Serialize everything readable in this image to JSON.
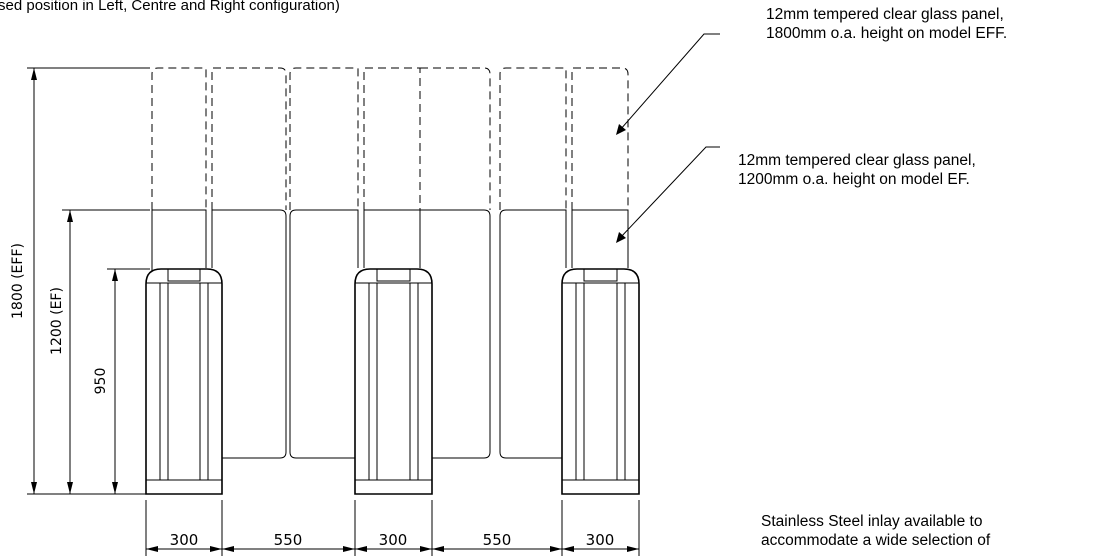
{
  "header_caption": "sed position in Left, Centre and Right configuration)",
  "callouts": [
    {
      "id": "eff",
      "text": "12mm tempered clear glass panel,\n1800mm o.a. height on model EFF."
    },
    {
      "id": "ef",
      "text": "12mm tempered clear glass panel,\n1200mm o.a. height on model EF."
    },
    {
      "id": "inlay",
      "text": "Stainless Steel inlay available  to\naccommodate a wide selection of"
    }
  ],
  "vertical_dimensions": [
    {
      "id": "eff",
      "label": "1800 (EFF)"
    },
    {
      "id": "ef",
      "label": "1200 (EF)"
    },
    {
      "id": "cabinet",
      "label": "950"
    }
  ],
  "horizontal_dimensions": [
    "300",
    "550",
    "300",
    "550",
    "300"
  ]
}
